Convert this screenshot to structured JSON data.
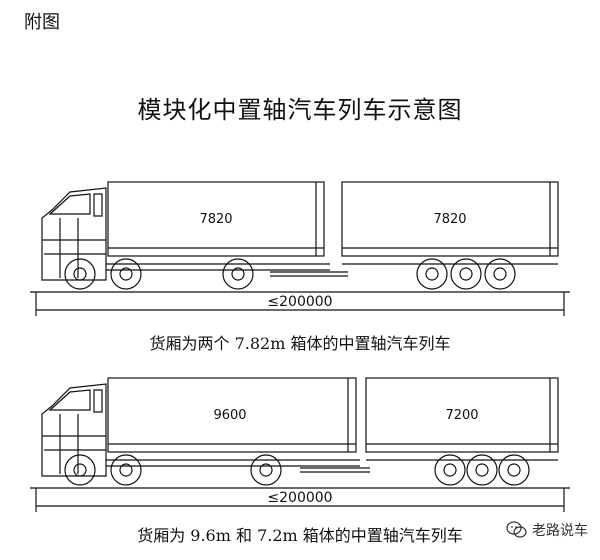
{
  "figure_label": "附图",
  "title": "模块化中置轴汽车列车示意图",
  "diagrams": [
    {
      "truck_box_length": "7820",
      "trailer_box_length": "7820",
      "total_length": "≤200000",
      "caption": "货厢为两个 7.82m 箱体的中置轴汽车列车"
    },
    {
      "truck_box_length": "9600",
      "trailer_box_length": "7200",
      "total_length": "≤200000",
      "caption": "货厢为 9.6m 和 7.2m 箱体的中置轴汽车列车"
    }
  ],
  "watermark": {
    "text": "老路说车",
    "icon": "wechat-logo-icon"
  }
}
